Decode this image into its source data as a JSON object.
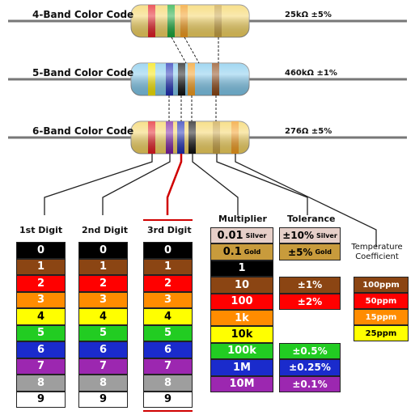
{
  "resistors": [
    {
      "label": "4-Band Color Code",
      "value": "25kΩ  ±5%",
      "body_color": "#f4d35e",
      "bands": [
        "#e31b23",
        "#18a83a",
        "#f29b1d",
        "#c8a241"
      ]
    },
    {
      "label": "5-Band Color Code",
      "value": "460kΩ  ±1%",
      "body_color": "#7ec8ec",
      "bands": [
        "#f5e400",
        "#1f2fb5",
        "#111111",
        "#f29b1d",
        "#8b4513"
      ]
    },
    {
      "label": "6-Band Color Code",
      "value": "276Ω  ±5%",
      "body_color": "#f4d35e",
      "bands": [
        "#e31b23",
        "#7b1fa2",
        "#1f2fb5",
        "#111111",
        "#c8a241",
        "#f29b1d"
      ]
    }
  ],
  "columns": {
    "digit1": {
      "title": "1st Digit"
    },
    "digit2": {
      "title": "2nd Digit"
    },
    "digit3": {
      "title": "3rd Digit"
    },
    "multiplier": {
      "title": "Multiplier"
    },
    "tolerance": {
      "title": "Tolerance"
    },
    "temperature": {
      "title": "Temperature Coefficient"
    }
  },
  "digits": [
    {
      "label": "0",
      "color": "#000000",
      "text_color": "#ffffff"
    },
    {
      "label": "1",
      "color": "#8b4513",
      "text_color": "#ffffff"
    },
    {
      "label": "2",
      "color": "#ff0000",
      "text_color": "#ffffff"
    },
    {
      "label": "3",
      "color": "#ff8c00",
      "text_color": "#ffffff"
    },
    {
      "label": "4",
      "color": "#ffff00",
      "text_color": "#000000"
    },
    {
      "label": "5",
      "color": "#22cc22",
      "text_color": "#ffffff"
    },
    {
      "label": "6",
      "color": "#1a2bcc",
      "text_color": "#ffffff"
    },
    {
      "label": "7",
      "color": "#9c27b0",
      "text_color": "#ffffff"
    },
    {
      "label": "8",
      "color": "#9e9e9e",
      "text_color": "#ffffff"
    },
    {
      "label": "9",
      "color": "#ffffff",
      "text_color": "#000000"
    }
  ],
  "multipliers": [
    {
      "label": "0.01",
      "sub": "Silver",
      "color": "#e6cfc8",
      "text_color": "#000000"
    },
    {
      "label": "0.1",
      "sub": "Gold",
      "color": "#c89b3c",
      "text_color": "#000000"
    },
    {
      "label": "1",
      "sub": "",
      "color": "#000000",
      "text_color": "#ffffff"
    },
    {
      "label": "10",
      "sub": "",
      "color": "#8b4513",
      "text_color": "#ffffff"
    },
    {
      "label": "100",
      "sub": "",
      "color": "#ff0000",
      "text_color": "#ffffff"
    },
    {
      "label": "1k",
      "sub": "",
      "color": "#ff8c00",
      "text_color": "#ffffff"
    },
    {
      "label": "10k",
      "sub": "",
      "color": "#ffff00",
      "text_color": "#000000"
    },
    {
      "label": "100k",
      "sub": "",
      "color": "#22cc22",
      "text_color": "#ffffff"
    },
    {
      "label": "1M",
      "sub": "",
      "color": "#1a2bcc",
      "text_color": "#ffffff"
    },
    {
      "label": "10M",
      "sub": "",
      "color": "#9c27b0",
      "text_color": "#ffffff"
    }
  ],
  "tolerances": [
    {
      "label": "±10%",
      "sub": "Silver",
      "color": "#e6cfc8",
      "text_color": "#000000",
      "row": 0
    },
    {
      "label": "±5%",
      "sub": "Gold",
      "color": "#c89b3c",
      "text_color": "#000000",
      "row": 1
    },
    {
      "label": "±1%",
      "sub": "",
      "color": "#8b4513",
      "text_color": "#ffffff",
      "row": 3
    },
    {
      "label": "±2%",
      "sub": "",
      "color": "#ff0000",
      "text_color": "#ffffff",
      "row": 4
    },
    {
      "label": "±0.5%",
      "sub": "",
      "color": "#22cc22",
      "text_color": "#ffffff",
      "row": 7
    },
    {
      "label": "±0.25%",
      "sub": "",
      "color": "#1a2bcc",
      "text_color": "#ffffff",
      "row": 8
    },
    {
      "label": "±0.1%",
      "sub": "",
      "color": "#9c27b0",
      "text_color": "#ffffff",
      "row": 9
    }
  ],
  "temperatures": [
    {
      "label": "100ppm",
      "color": "#8b4513",
      "text_color": "#ffffff"
    },
    {
      "label": "50ppm",
      "color": "#ff0000",
      "text_color": "#ffffff"
    },
    {
      "label": "15ppm",
      "color": "#ff8c00",
      "text_color": "#ffffff"
    },
    {
      "label": "25ppm",
      "color": "#ffff00",
      "text_color": "#000000"
    }
  ]
}
